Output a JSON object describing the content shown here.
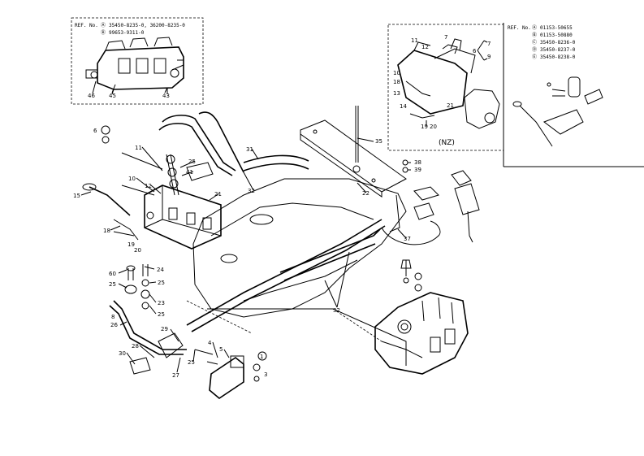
{
  "inset_top": {
    "ref_prefix": "REF. No.",
    "refs": [
      {
        "mark": "Ⓐ",
        "text": "35450-8235-0, 36200-8235-0"
      },
      {
        "mark": "Ⓑ",
        "text": "99653-9311-0"
      }
    ],
    "callouts": [
      "46",
      "45",
      "43"
    ]
  },
  "inset_nz": {
    "label": "(NZ)",
    "callouts": [
      "11",
      "7",
      "12",
      "6",
      "7",
      "9",
      "10",
      "18",
      "13",
      "14",
      "21",
      "19",
      "20"
    ]
  },
  "inset_right": {
    "ref_prefix": "REF. No.",
    "refs": [
      {
        "mark": "Ⓐ",
        "text": "01153-50655"
      },
      {
        "mark": "Ⓑ",
        "text": "01153-50880"
      },
      {
        "mark": "Ⓒ",
        "text": "35450-8236-0"
      },
      {
        "mark": "Ⓓ",
        "text": "35450-8237-0"
      },
      {
        "mark": "Ⓔ",
        "text": "35450-8238-0"
      }
    ]
  },
  "main_callouts": [
    "6",
    "11",
    "25",
    "41",
    "10",
    "12",
    "15",
    "21",
    "18",
    "19",
    "20",
    "31",
    "32",
    "35",
    "38",
    "39",
    "22",
    "37",
    "24",
    "60",
    "25",
    "25",
    "23",
    "25",
    "26",
    "8",
    "29",
    "28",
    "30",
    "27",
    "25",
    "4",
    "5",
    "1",
    "3",
    "32"
  ]
}
